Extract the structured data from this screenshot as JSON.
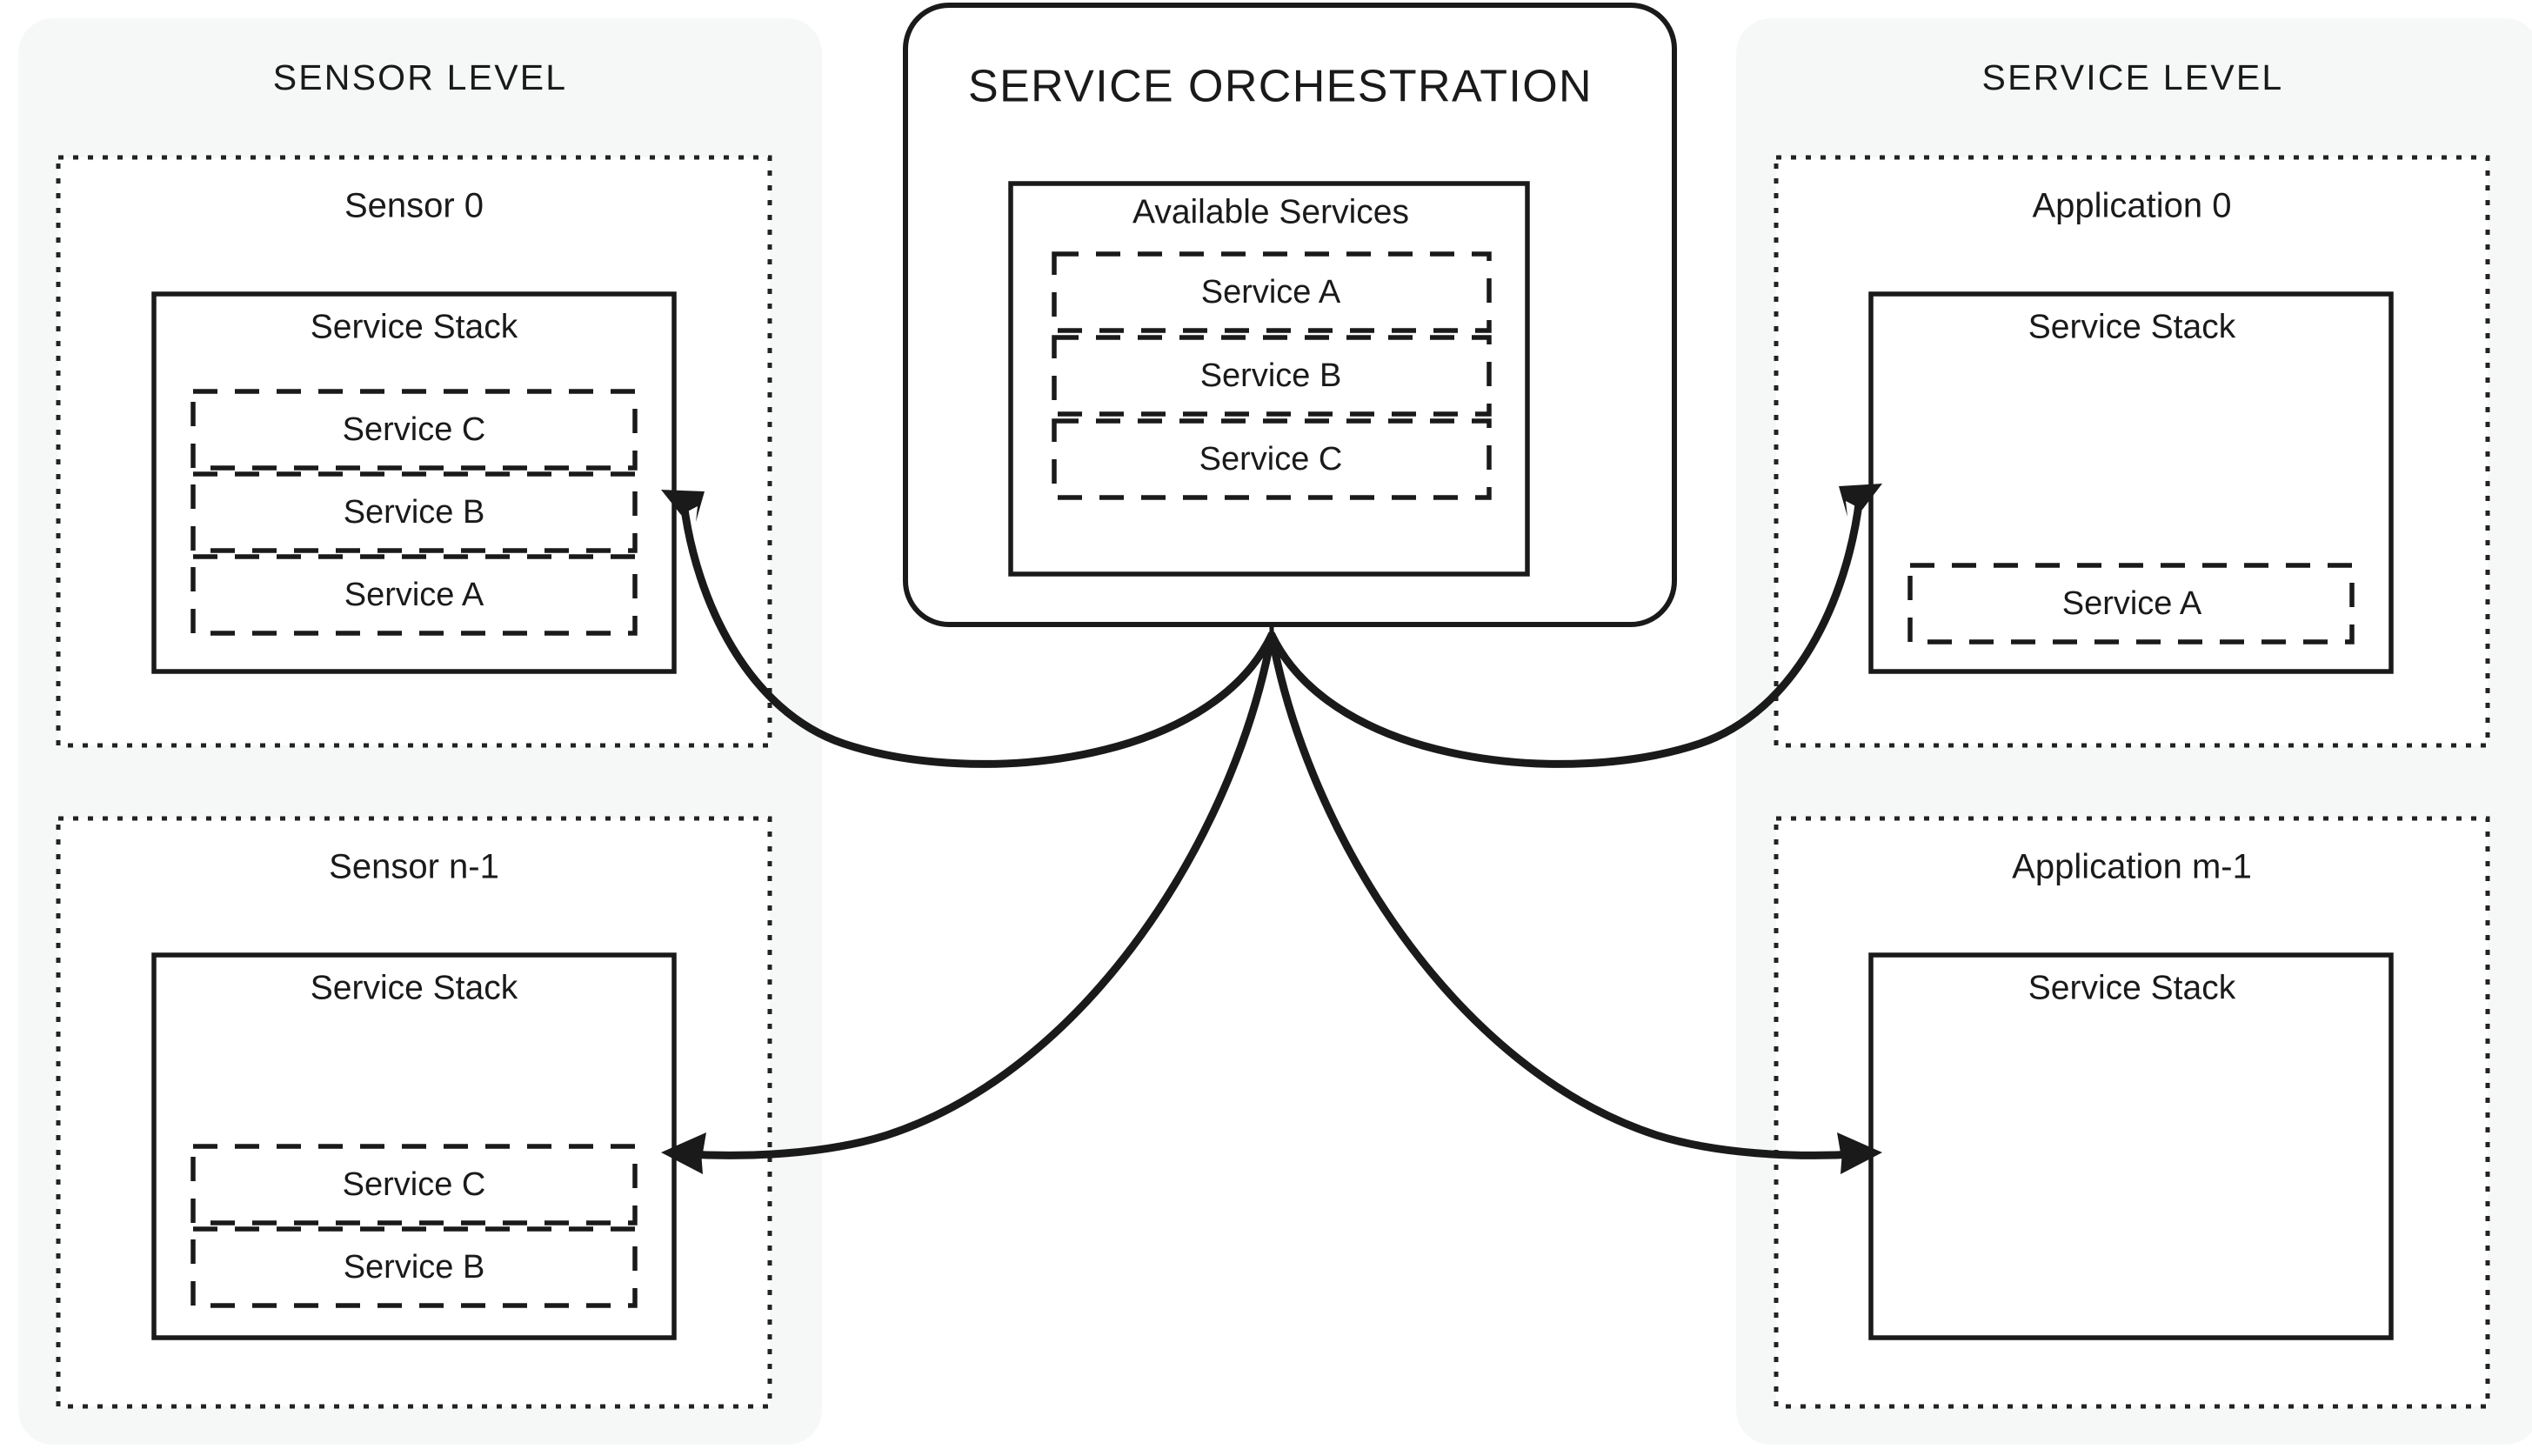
{
  "levels": {
    "sensor": {
      "title": "SENSOR LEVEL"
    },
    "service": {
      "title": "SERVICE LEVEL"
    }
  },
  "orchestration": {
    "title": "SERVICE ORCHESTRATION",
    "available_services": {
      "title": "Available Services",
      "items": [
        {
          "label": "Service A"
        },
        {
          "label": "Service B"
        },
        {
          "label": "Service C"
        }
      ]
    }
  },
  "sensors": [
    {
      "title": "Sensor 0",
      "stack_title": "Service Stack",
      "services": [
        {
          "label": "Service C"
        },
        {
          "label": "Service B"
        },
        {
          "label": "Service A"
        }
      ]
    },
    {
      "title": "Sensor n-1",
      "stack_title": "Service Stack",
      "services": [
        {
          "label": "Service C"
        },
        {
          "label": "Service B"
        }
      ]
    }
  ],
  "applications": [
    {
      "title": "Application 0",
      "stack_title": "Service Stack",
      "services": [
        {
          "label": "Service A"
        }
      ]
    },
    {
      "title": "Application m-1",
      "stack_title": "Service Stack",
      "services": []
    }
  ],
  "colors": {
    "panel_background": "#f6f8f7",
    "line": "#1a1a1a",
    "page_background": "#ffffff"
  }
}
